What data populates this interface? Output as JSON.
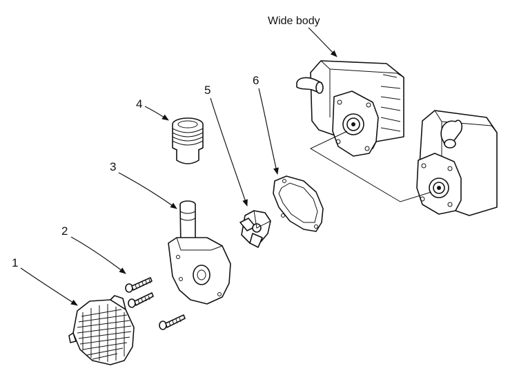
{
  "title_label": "Wide body",
  "callouts": [
    {
      "number": "1",
      "part": "intake-screen-cover"
    },
    {
      "number": "2",
      "part": "screws"
    },
    {
      "number": "3",
      "part": "volute-housing"
    },
    {
      "number": "4",
      "part": "discharge-adapter"
    },
    {
      "number": "5",
      "part": "impeller"
    },
    {
      "number": "6",
      "part": "gasket"
    }
  ]
}
